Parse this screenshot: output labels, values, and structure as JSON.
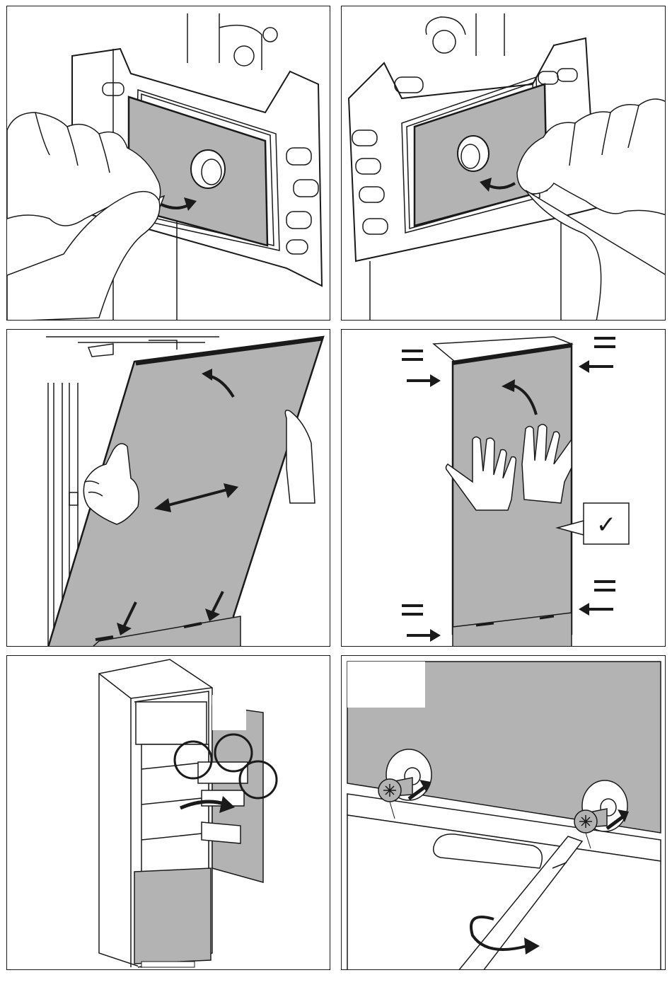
{
  "figure": {
    "panels": [
      {
        "id": "step-1",
        "depicts": "peel-protective-film-left-hand"
      },
      {
        "id": "step-2",
        "depicts": "peel-protective-film-right-hand"
      },
      {
        "id": "step-3",
        "depicts": "position-decor-panel"
      },
      {
        "id": "step-4",
        "depicts": "press-panel-flat"
      },
      {
        "id": "step-5",
        "depicts": "check-hinge-clearance"
      },
      {
        "id": "step-6",
        "depicts": "tighten-screws"
      }
    ],
    "check_symbol": "✓"
  },
  "colors": {
    "panel_fill": "#b3b3b3",
    "line": "#1a1a1a",
    "background": "#ffffff"
  }
}
